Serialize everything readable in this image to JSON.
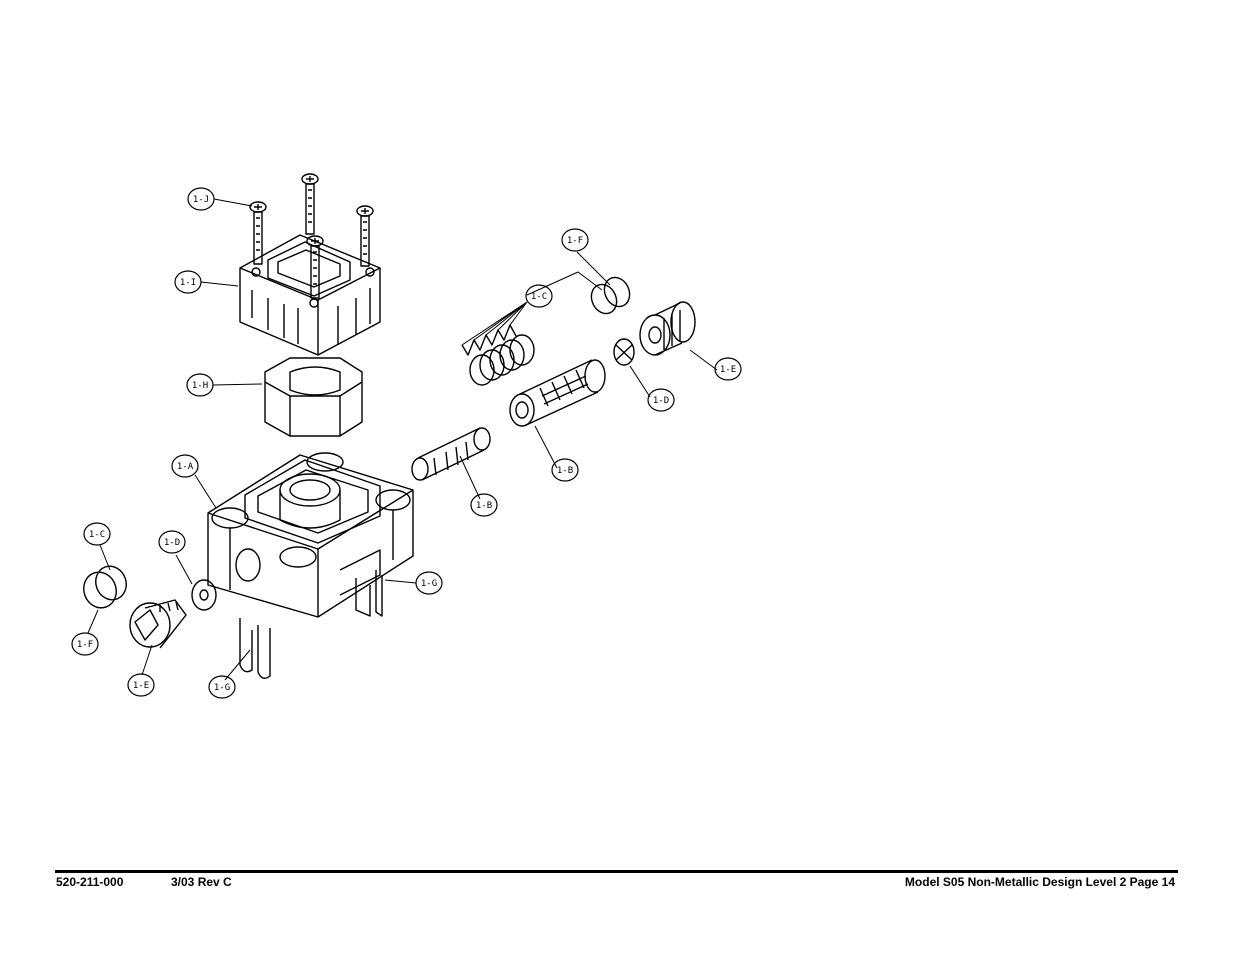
{
  "callouts": {
    "c_1J": "1-J",
    "c_1I": "1-I",
    "c_1H": "1-H",
    "c_1A": "1-A",
    "c_1C_left": "1-C",
    "c_1D_left": "1-D",
    "c_1F_left": "1-F",
    "c_1E_left": "1-E",
    "c_1G_left": "1-G",
    "c_1G_right": "1-G",
    "c_1F_right": "1-F",
    "c_1C_right": "1-C",
    "c_1E_right": "1-E",
    "c_1D_right": "1-D",
    "c_1B_sleeve": "1-B",
    "c_1B_spool": "1-B"
  },
  "footer": {
    "doc_number": "520-211-000",
    "revision": "3/03  Rev C",
    "title": "Model S05 Non-Metallic Design Level 2   Page 14"
  }
}
